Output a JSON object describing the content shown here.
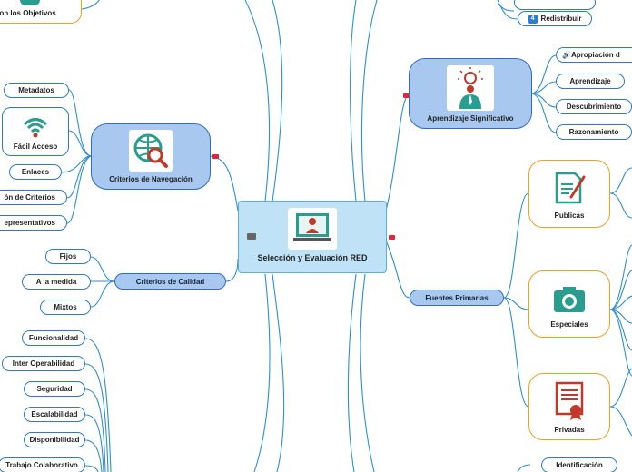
{
  "central": {
    "label": "Selección y Evaluación RED"
  },
  "left": {
    "top_partial": "a con los Objetivos",
    "navegacion": {
      "label": "Criterios de Navegación",
      "items": [
        "Metadatos",
        "Fácil Acceso",
        "Enlaces",
        "ón de Criterios",
        "epresentativos"
      ]
    },
    "calidad": {
      "label": "Criterios de Calidad",
      "items": [
        "Fijos",
        "A la medida",
        "Mixtos"
      ]
    },
    "tecnicos": {
      "items": [
        "Funcionalidad",
        "Inter Operabilidad",
        "Seguridad",
        "Escalabilidad",
        "Disponibilidad",
        "Trabajo Colaborativo"
      ]
    }
  },
  "right": {
    "redistribuir": {
      "badge": "4",
      "label": "Redistribuir"
    },
    "aprendizaje": {
      "label": "Aprendizaje Significativo",
      "items": [
        "Apropiación d",
        "Aprendizaje",
        "Descubrimiento",
        "Razonamiento"
      ]
    },
    "fuentes": {
      "label": "Fuentes Primarias",
      "items": [
        "Publicas",
        "Especiales",
        "Privadas"
      ]
    },
    "identificacion": {
      "label": "Identificación"
    }
  },
  "colors": {
    "link": "#2e8fd0",
    "blue_fill": "#a8c8f0",
    "central_fill": "#bfe2f7",
    "orange_border": "#f0a020",
    "marker": "#e0263a",
    "teal_icon": "#2a9d8f"
  },
  "icons": {
    "central": "presenter-screen-icon",
    "navegacion": "globe-search-icon",
    "facil_acceso": "wifi-icon",
    "aprendizaje": "idea-person-icon",
    "publicas": "document-pen-icon",
    "especiales": "camera-icon",
    "privadas": "certificate-icon",
    "monitor": "monitor-icon",
    "speaker": "speaker-icon"
  }
}
